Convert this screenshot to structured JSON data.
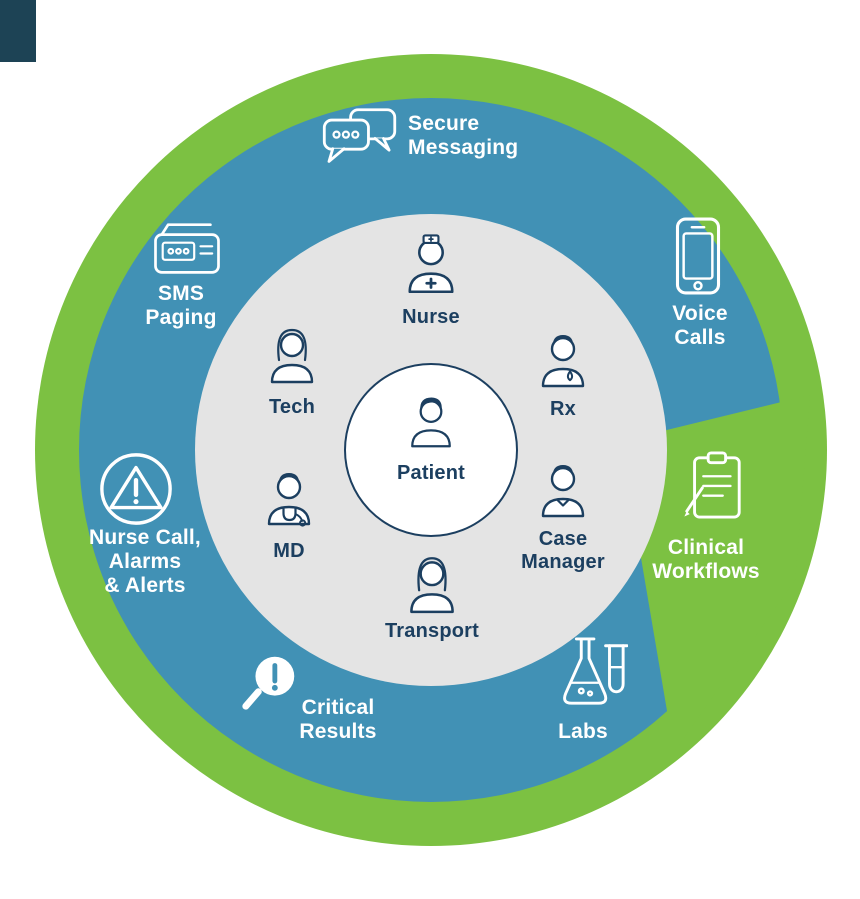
{
  "colors": {
    "green": "#7CC142",
    "blue": "#4191B5",
    "gray": "#E4E4E4",
    "navy": "#1C3F60",
    "white": "#FFFFFF",
    "corner": "#1D4355"
  },
  "center": {
    "label": "Patient",
    "icon": "patient-avatar-icon"
  },
  "care_team": [
    {
      "label": "Nurse",
      "icon": "nurse-avatar-icon"
    },
    {
      "label": "Rx",
      "icon": "pharmacist-avatar-icon"
    },
    {
      "label": "Case\nManager",
      "icon": "case-manager-avatar-icon"
    },
    {
      "label": "Transport",
      "icon": "transport-avatar-icon"
    },
    {
      "label": "MD",
      "icon": "md-avatar-icon"
    },
    {
      "label": "Tech",
      "icon": "tech-avatar-icon"
    }
  ],
  "channels": [
    {
      "label": "Secure\nMessaging",
      "icon": "chat-bubbles-icon"
    },
    {
      "label": "SMS\nPaging",
      "icon": "pager-icon"
    },
    {
      "label": "Voice\nCalls",
      "icon": "smartphone-icon"
    },
    {
      "label": "Clinical\nWorkflows",
      "icon": "clipboard-pencil-icon"
    },
    {
      "label": "Labs",
      "icon": "lab-flasks-icon"
    },
    {
      "label": "Critical\nResults",
      "icon": "magnifier-alert-icon"
    },
    {
      "label": "Nurse Call,\nAlarms\n& Alerts",
      "icon": "alarm-triangle-icon"
    }
  ]
}
